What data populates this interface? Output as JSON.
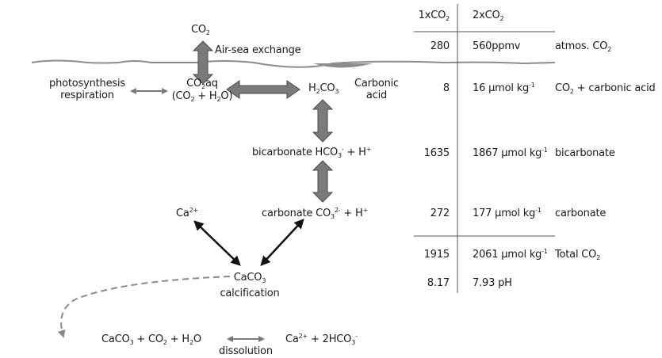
{
  "diagram": {
    "title": "Ocean carbonate chemistry",
    "atmosphere": {
      "co2_label": "CO",
      "co2_sub": "2",
      "exchange_label": "Air-sea exchange"
    },
    "co2aq": {
      "line1_a": "CO",
      "line1_sub": "2",
      "line1_b": "aq",
      "line2_a": "(CO",
      "line2_sub1": "2",
      "line2_b": " + H",
      "line2_sub2": "2",
      "line2_c": "O)"
    },
    "biology": {
      "line1": "photosynthesis",
      "line2": "respiration"
    },
    "carbonic_acid": {
      "formula_a": "H",
      "formula_sub1": "2",
      "formula_b": "CO",
      "formula_sub2": "3",
      "label_line1": "Carbonic",
      "label_line2": "acid"
    },
    "bicarbonate": {
      "text_a": "bicarbonate HCO",
      "sub": "3",
      "sup": "-",
      "text_b": " + H",
      "sup2": "+"
    },
    "carbonate": {
      "text_a": "carbonate CO",
      "sub": "3",
      "sup": "2-",
      "text_b": " + H",
      "sup2": "+"
    },
    "calcium": {
      "text": "Ca",
      "sup": "2+"
    },
    "calcification": {
      "formula_a": "CaCO",
      "formula_sub": "3",
      "label": "calcification"
    },
    "dissolution": {
      "left_a": "CaCO",
      "left_sub1": "3",
      "left_b": " + CO",
      "left_sub2": "2",
      "left_c": " + H",
      "left_sub3": "2",
      "left_d": "O",
      "label": "dissolution",
      "right_a": "Ca",
      "right_sup1": "2+",
      "right_b": " + 2HCO",
      "right_sub": "3",
      "right_sup2": "-"
    }
  },
  "table": {
    "headers": [
      {
        "text": "1xCO",
        "sub": "2"
      },
      {
        "text": "2xCO",
        "sub": "2"
      }
    ],
    "rows": [
      {
        "v1": "280",
        "v2": "560ppmv",
        "v2_sup": "",
        "label": "atmos. CO",
        "label_sub": "2",
        "label_rest": ""
      },
      {
        "v1": "8",
        "v2": "16 µmol kg",
        "v2_sup": "-1",
        "label": "CO",
        "label_sub": "2",
        "label_rest": " + carbonic acid"
      },
      {
        "v1": "1635",
        "v2": "1867 µmol kg",
        "v2_sup": "-1",
        "label": "bicarbonate",
        "label_sub": "",
        "label_rest": ""
      },
      {
        "v1": "272",
        "v2": "177 µmol kg",
        "v2_sup": "-1",
        "label": "carbonate",
        "label_sub": "",
        "label_rest": ""
      },
      {
        "v1": "1915",
        "v2": "2061 µmol kg",
        "v2_sup": "-1",
        "label": "Total CO",
        "label_sub": "2",
        "label_rest": ""
      },
      {
        "v1": "8.17",
        "v2": "7.93 pH",
        "v2_sup": "",
        "label": "",
        "label_sub": "",
        "label_rest": ""
      }
    ]
  },
  "colors": {
    "arrow_fill": "#7a7a7a",
    "arrow_stroke": "#4a4a4a",
    "black_arrow": "#111111",
    "dashed": "#8a8a8a",
    "water": "#8c8c8c",
    "rule": "#555555"
  }
}
